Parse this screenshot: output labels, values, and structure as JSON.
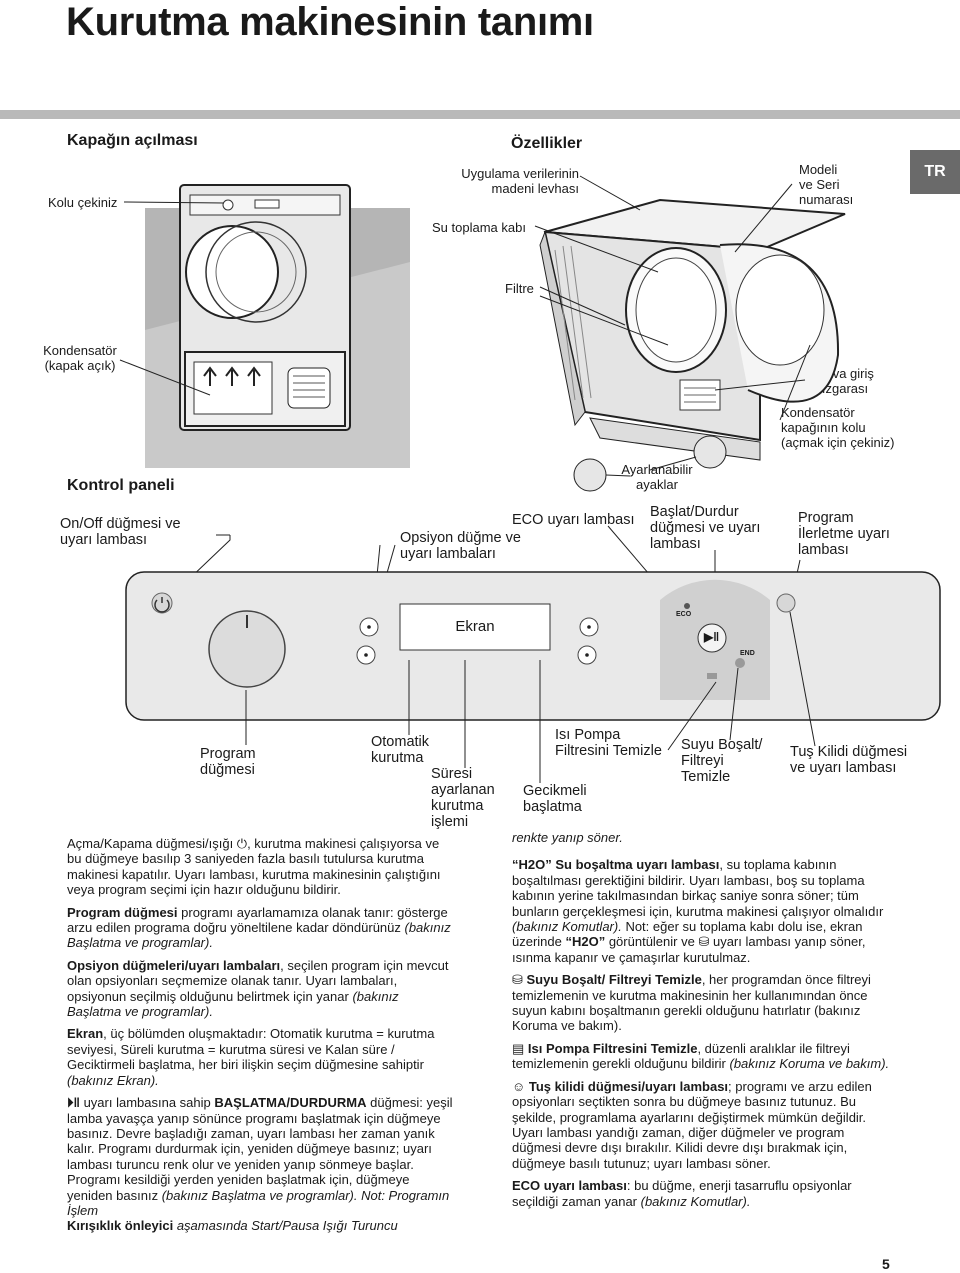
{
  "title": "Kurutma makinesinin tanımı",
  "lang_tab": "TR",
  "sections": {
    "lid": "Kapağın açılması",
    "features": "Özellikler",
    "control": "Kontrol paneli"
  },
  "lid_labels": {
    "handle": "Kolu çekiniz",
    "condenser": [
      "Kondensatör",
      "(kapak açık)"
    ]
  },
  "feature_labels": {
    "plate": [
      "Uygulama verilerinin",
      "madeni levhası"
    ],
    "water": "Su toplama kabı",
    "model": [
      "Modeli",
      "ve Seri",
      "numarası"
    ],
    "filter": "Filtre",
    "grille": [
      "Hava giriş",
      "ızgarası"
    ],
    "lever": [
      "Kondensatör",
      "kapağının kolu",
      "(açmak için çekiniz)"
    ],
    "feet": [
      "Ayarlanabilir",
      "ayaklar"
    ]
  },
  "panel_labels": {
    "onoff": [
      "On/Off düğmesi ve",
      "uyarı lambası"
    ],
    "options": [
      "Opsiyon düğme ve",
      "uyarı lambaları"
    ],
    "eco": "ECO uyarı lambası",
    "start": [
      "Başlat/Durdur",
      "düğmesi ve uyarı",
      "lambası"
    ],
    "progress": [
      "Program",
      "İlerletme uyarı",
      "lambası"
    ],
    "display": "Ekran",
    "eco_mark": "ECO",
    "end_mark": "END",
    "program": [
      "Program",
      "düğmesi"
    ],
    "auto": [
      "Otomatik",
      "kurutma"
    ],
    "timed": [
      "Süresi",
      "ayarlanan",
      "kurutma",
      "işlemi"
    ],
    "delay": [
      "Gecikmeli",
      "başlatma"
    ],
    "pump": [
      "Isı Pompa",
      "Filtresini Temizle"
    ],
    "empty": [
      "Suyu Boşalt/",
      "Filtreyi",
      "Temizle"
    ],
    "lock": [
      "Tuş Kilidi düğmesi",
      "ve uyarı lambası"
    ]
  },
  "left_column": {
    "p1": "Açma/Kapama düğmesi/ışığı ⏻, kurutma makinesi çalışıyorsa ve bu düğmeye basılıp 3 saniyeden fazla basılı tutulursa kurutma makinesi kapatılır. Uyarı lambası, kurutma makinesinin çalıştığını veya program seçimi için hazır olduğunu bildirir.",
    "p2_bold": "Program düğmesi",
    "p2_text": " programı ayarlamamıza olanak tanır: gösterge arzu edilen programa doğru yöneltilene kadar döndürünüz ",
    "p2_italic": "(bakınız Başlatma ve programlar).",
    "p3_bold": "Opsiyon düğmeleri/uyarı lambaları",
    "p3_text": ", seçilen program için mevcut olan opsiyonları seçmemize olanak tanır. Uyarı lambaları, opsiyonun seçilmiş olduğunu belirtmek için yanar ",
    "p3_italic": "(bakınız Başlatma ve programlar).",
    "p4_bold": "Ekran",
    "p4_text": ", üç bölümden oluşmaktadır: Otomatik kurutma = kurutma seviyesi, Süreli kurutma = kurutma süresi ve Kalan süre / Geciktirmeli başlatma, her biri ilişkin seçim düğmesine sahiptir ",
    "p4_italic": "(bakınız Ekran).",
    "p5_icon": "⏵‖",
    "p5_a": " uyarı lambasına sahip ",
    "p5_bold": "BAŞLATMA/DURDURMA",
    "p5_text": " düğmesi: yeşil lamba yavaşça yanıp sönünce programı başlatmak için düğmeye basınız. Devre başladığı zaman, uyarı lambası her zaman yanık kalır. Programı durdurmak için, yeniden düğmeye basınız; uyarı lambası turuncu renk olur ve yeniden yanıp sönmeye başlar. Programı kesildiği yerden yeniden başlatmak için, düğmeye yeniden basınız ",
    "p5_italic": "(bakınız Başlatma ve programlar). Not: Programın İşlem",
    "p5_tail_bold": "Kırışıklık önleyici",
    "p5_tail_italic": " aşamasında Start/Pausa Işığı Turuncu"
  },
  "right_column": {
    "p0_italic": "renkte yanıp söner.",
    "p1_bold": "H2O” Su boşaltma uyarı lambası",
    "p1_text": ", su toplama kabının boşaltılması gerektiğini bildirir. Uyarı lambası, boş su toplama kabının yerine takılmasından birkaç saniye sonra söner; tüm bunların gerçekleşmesi için, kurutma makinesi çalışıyor olmalıdır ",
    "p1_italic": "(bakınız Komutlar).",
    "p1_b": " Not: eğer su toplama kabı dolu ise, ekran üzerinde ",
    "p1_h2o": "H2O",
    "p1_c": " görüntülenir ve ",
    "p1_d": " uyarı lambası yanıp söner, ısınma kapanır ve çamaşırlar kurutulmaz.",
    "p2_bold": "Suyu Boşalt/ Filtreyi Temizle",
    "p2_text": ", her programdan önce filtreyi temizlemenin ve kurutma makinesinin her kullanımından önce suyun kabını boşaltmanın gerekli olduğunu hatırlatır (bakınız Koruma ve bakım).",
    "p3_bold": "Isı Pompa Filtresini Temizle",
    "p3_text": ", düzenli aralıklar ile filtreyi temizlemenin gerekli olduğunu bildirir ",
    "p3_italic": "(bakınız Koruma ve bakım).",
    "p4_bold": "Tuş kilidi düğmesi/uyarı lambası",
    "p4_text": "; programı ve arzu edilen opsiyonları seçtikten sonra bu düğmeye basınız tutunuz. Bu şekilde, programlama ayarlarını değiştirmek mümkün değildir. Uyarı lambası yandığı zaman, diğer düğmeler ve program düğmesi devre dışı bırakılır. Kilidi devre dışı bırakmak için, düğmeye basılı tutunuz; uyarı lambası söner.",
    "p5_bold": "ECO uyarı lambası",
    "p5_text": ": bu düğme, enerji tasarruflu opsiyonlar seçildiği zaman yanar ",
    "p5_italic": "(bakınız Komutlar)."
  },
  "page_number": "5"
}
